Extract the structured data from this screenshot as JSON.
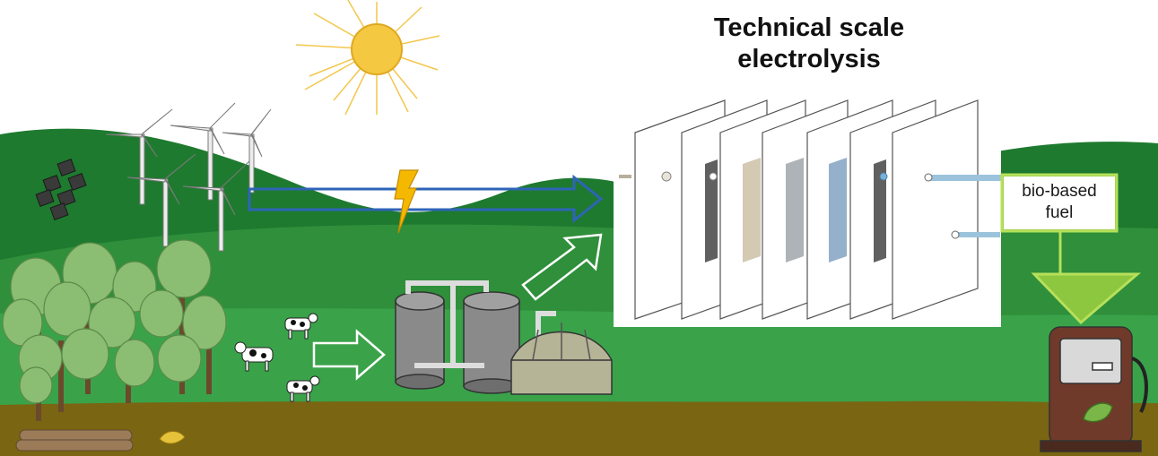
{
  "title": {
    "line1": "Technical scale",
    "line2": "electrolysis"
  },
  "fuel_label": {
    "line1": "bio-based",
    "line2": "fuel"
  },
  "colors": {
    "sky": "#ffffff",
    "hill_dark": "#1e7a2f",
    "hill_mid": "#2f8f3a",
    "grass": "#3aa34a",
    "soil": "#7a6512",
    "sun": "#f2c23a",
    "energy_arrow": "#2e64b8",
    "bio_arrow": "#ffffff",
    "fuel_arrow": "#8dc63f",
    "lightning": "#f5b800",
    "panel": "#ffffff"
  },
  "icons": [
    "sun-icon",
    "wind-turbine-icon",
    "solar-panel-icon",
    "lightning-icon",
    "cow-icon",
    "tree-icon",
    "biogas-plant-icon",
    "fuel-pump-icon",
    "leaf-icon"
  ]
}
